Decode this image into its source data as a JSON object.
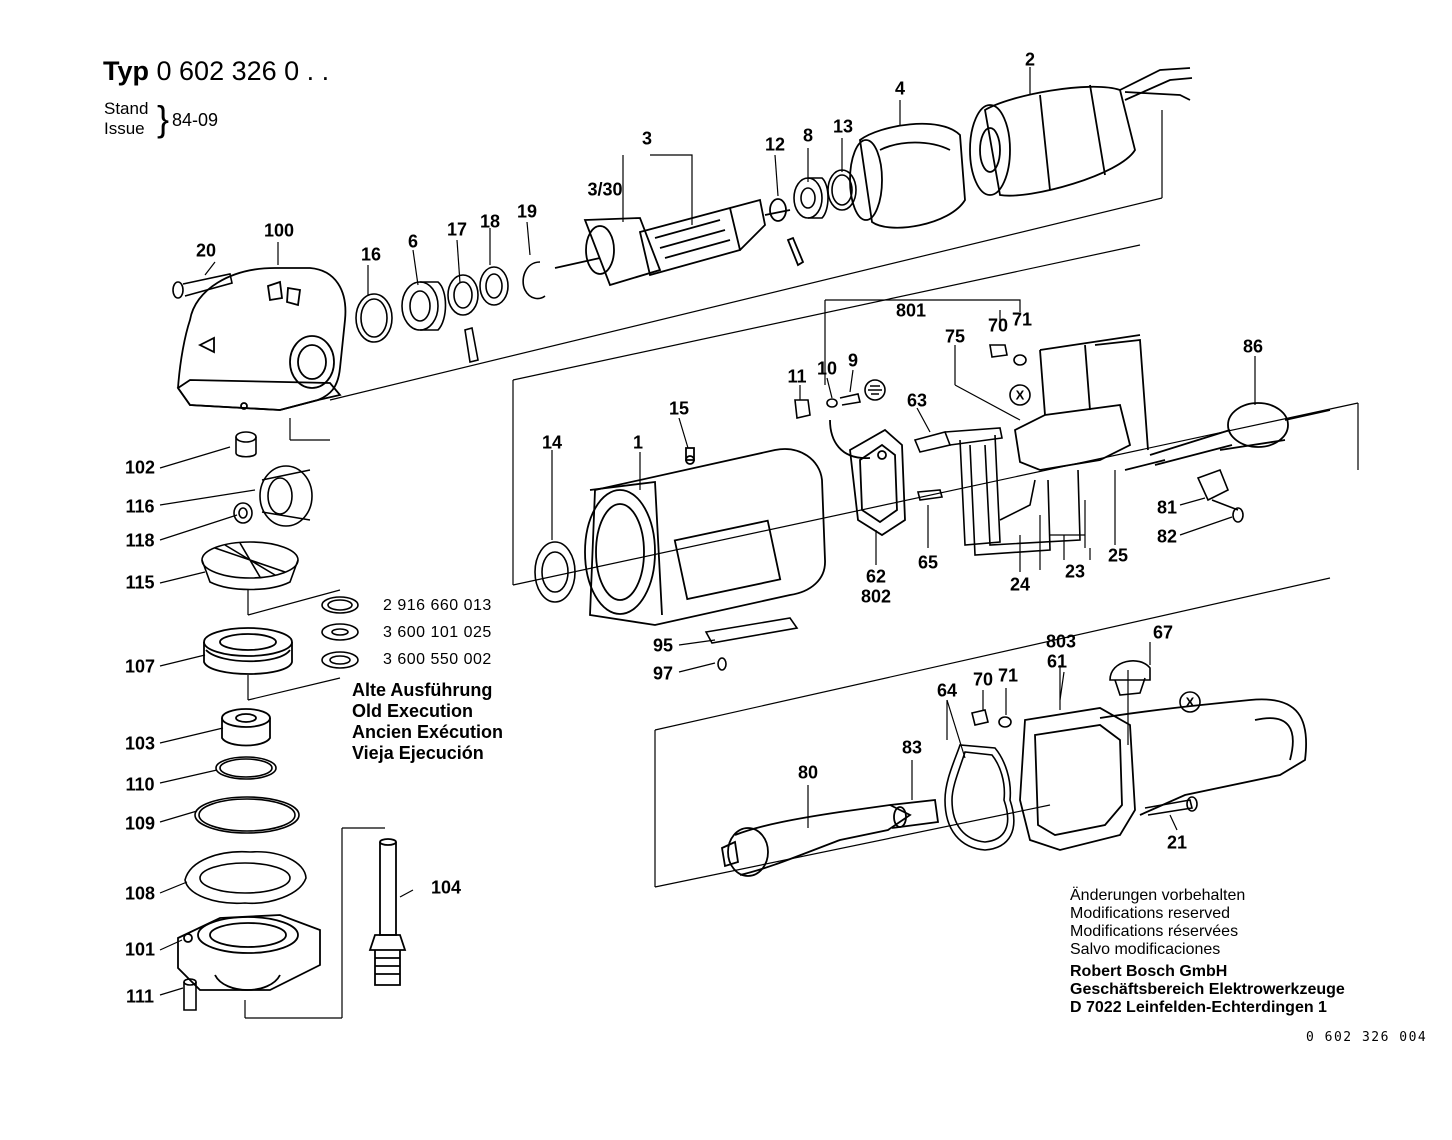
{
  "header": {
    "typ_label": "Typ",
    "typ_number": "0 602 326",
    "typ_suffix": "0 . .",
    "stand": "Stand",
    "issue": "Issue",
    "issue_value": "84-09"
  },
  "part_labels": {
    "p2": "2",
    "p4": "4",
    "p3": "3",
    "p3_30": "3/30",
    "p12": "12",
    "p8": "8",
    "p13": "13",
    "p19": "19",
    "p18": "18",
    "p17": "17",
    "p6": "6",
    "p16": "16",
    "p100": "100",
    "p20": "20",
    "p801": "801",
    "p70a": "70",
    "p71a": "71",
    "p75": "75",
    "p10": "10",
    "p9": "9",
    "p11": "11",
    "p86": "86",
    "p1": "1",
    "p15": "15",
    "p14": "14",
    "p63": "63",
    "p81": "81",
    "p82": "82",
    "p62": "62",
    "p802": "802",
    "p65": "65",
    "p24": "24",
    "p23": "23",
    "p25": "25",
    "p95": "95",
    "p97": "97",
    "p102": "102",
    "p116": "116",
    "p118": "118",
    "p115": "115",
    "p107": "107",
    "p103": "103",
    "p110": "110",
    "p109": "109",
    "p108": "108",
    "p101": "101",
    "p111": "111",
    "p104": "104",
    "p803": "803",
    "p61": "61",
    "p67": "67",
    "p64": "64",
    "p70b": "70",
    "p71b": "71",
    "p83": "83",
    "p80": "80",
    "p21": "21",
    "x1": "X",
    "x2": "X"
  },
  "old_parts": {
    "part_numbers": [
      "2 916 660 013",
      "3 600 101 025",
      "3 600 550 002"
    ],
    "caption": [
      "Alte Ausführung",
      "Old Execution",
      "Ancien Exécution",
      "Vieja Ejecución"
    ]
  },
  "footer": {
    "notes": [
      "Änderungen vorbehalten",
      "Modifications reserved",
      "Modifications réservées",
      "Salvo modificaciones"
    ],
    "company": [
      "Robert Bosch GmbH",
      "Geschäftsbereich Elektrowerkzeuge",
      "D 7022 Leinfelden-Echterdingen 1"
    ],
    "doc_number": "0 602 326 004"
  }
}
